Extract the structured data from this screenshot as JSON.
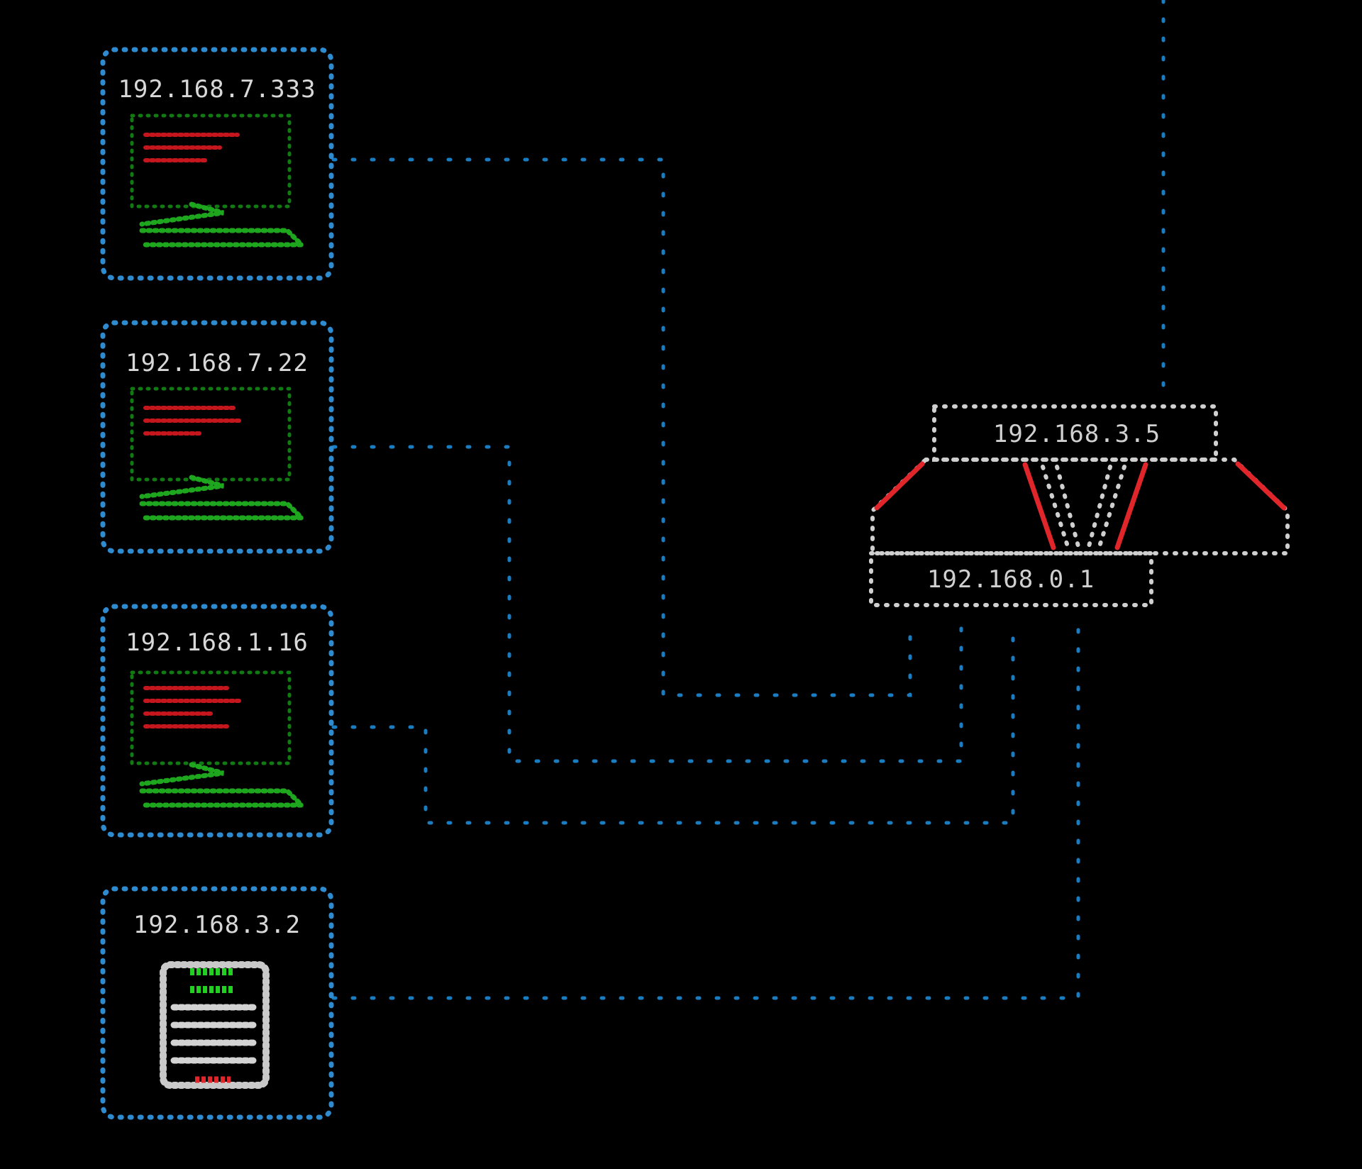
{
  "diagram": {
    "hub": {
      "label_top": "192.168.3.5",
      "label_bottom": "192.168.0.1",
      "icon": "network-switch-icon"
    },
    "nodes": [
      {
        "ip": "192.168.7.333",
        "icon": "workstation-icon"
      },
      {
        "ip": "192.168.7.22",
        "icon": "workstation-icon"
      },
      {
        "ip": "192.168.1.16",
        "icon": "workstation-icon"
      },
      {
        "ip": "192.168.3.2",
        "icon": "server-tower-icon"
      }
    ],
    "colors": {
      "background": "#000000",
      "link": "#1a7cc1",
      "node_frame": "#2f8bd0",
      "hub": "#cfcfcf",
      "screen": "#127a12",
      "screen_text": "#c4161c",
      "keyboard": "#1ea61e",
      "alert_edge": "#e0262b"
    }
  }
}
